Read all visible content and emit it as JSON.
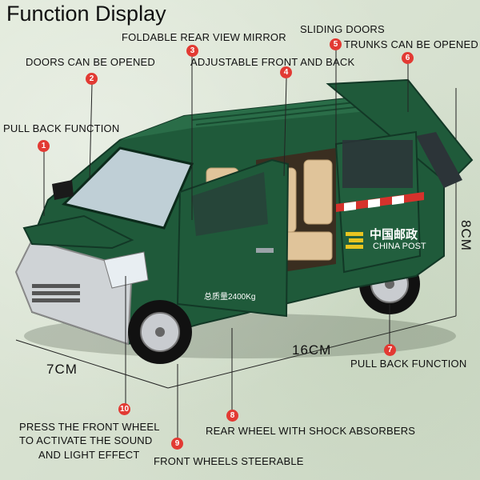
{
  "title": "Function Display",
  "labels": {
    "l1": "PULL BACK FUNCTION",
    "l2": "DOORS CAN BE OPENED",
    "l3": "FOLDABLE REAR VIEW MIRROR",
    "l3b": "ADJUSTABLE FRONT AND BACK",
    "l5": "SLIDING DOORS",
    "l6": "TRUNKS CAN BE OPENED",
    "l7": "PULL BACK FUNCTION",
    "l8": "REAR WHEEL WITH SHOCK ABSORBERS",
    "l9": "FRONT WHEELS STEERABLE",
    "l10a": "PRESS THE FRONT WHEEL",
    "l10b": "TO ACTIVATE THE SOUND",
    "l10c": "AND LIGHT EFFECT"
  },
  "numbers": {
    "n1": "1",
    "n2": "2",
    "n3": "3",
    "n4": "4",
    "n5": "5",
    "n6": "6",
    "n7": "7",
    "n8": "8",
    "n9": "9",
    "n10": "10"
  },
  "dimensions": {
    "length": "16CM",
    "width": "7CM",
    "height": "8CM"
  },
  "van_text": {
    "china_post_cn": "中国邮政",
    "china_post_en": "CHINA POST",
    "weight": "总质量2400Kg"
  },
  "colors": {
    "van_green": "#1f5a3a",
    "badge_red": "#e23a33",
    "seat": "#e0c49a"
  }
}
